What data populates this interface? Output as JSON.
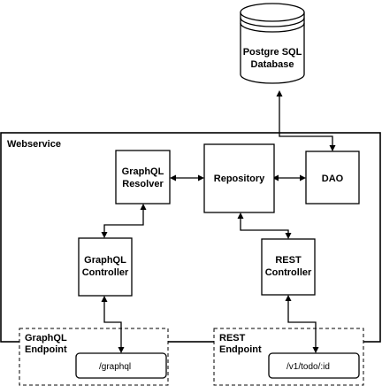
{
  "database": {
    "line1": "Postgre SQL",
    "line2": "Database"
  },
  "webservice": {
    "label": "Webservice"
  },
  "nodes": {
    "graphql_resolver": {
      "line1": "GraphQL",
      "line2": "Resolver"
    },
    "repository": {
      "label": "Repository"
    },
    "dao": {
      "label": "DAO"
    },
    "graphql_controller": {
      "line1": "GraphQL",
      "line2": "Controller"
    },
    "rest_controller": {
      "line1": "REST",
      "line2": "Controller"
    }
  },
  "endpoints": {
    "graphql": {
      "line1": "GraphQL",
      "line2": "Endpoint",
      "path": "/graphql"
    },
    "rest": {
      "line1": "REST",
      "line2": "Endpoint",
      "path": "/v1/todo/:id"
    }
  }
}
